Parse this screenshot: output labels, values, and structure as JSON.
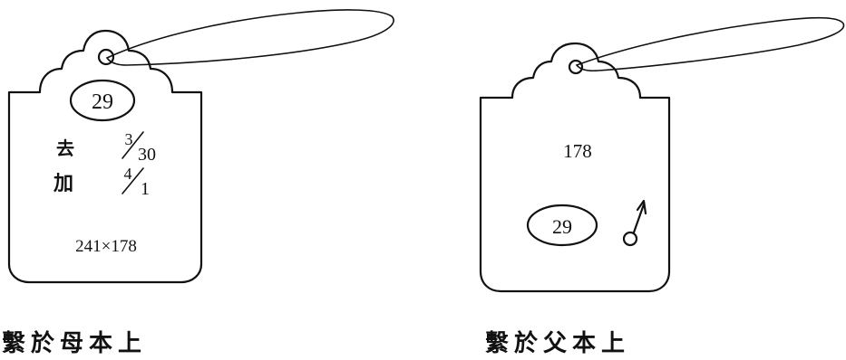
{
  "mother_tag": {
    "number": "29",
    "row1_char": "去",
    "row1_num": "3",
    "row1_den": "30",
    "row2_char": "加",
    "row2_num": "4",
    "row2_den": "1",
    "cross": "241×178"
  },
  "father_tag": {
    "number": "29",
    "plant": "178",
    "symbol": "male-symbol"
  },
  "captions": {
    "left": "繫於母本上",
    "right": "繫於父本上"
  }
}
